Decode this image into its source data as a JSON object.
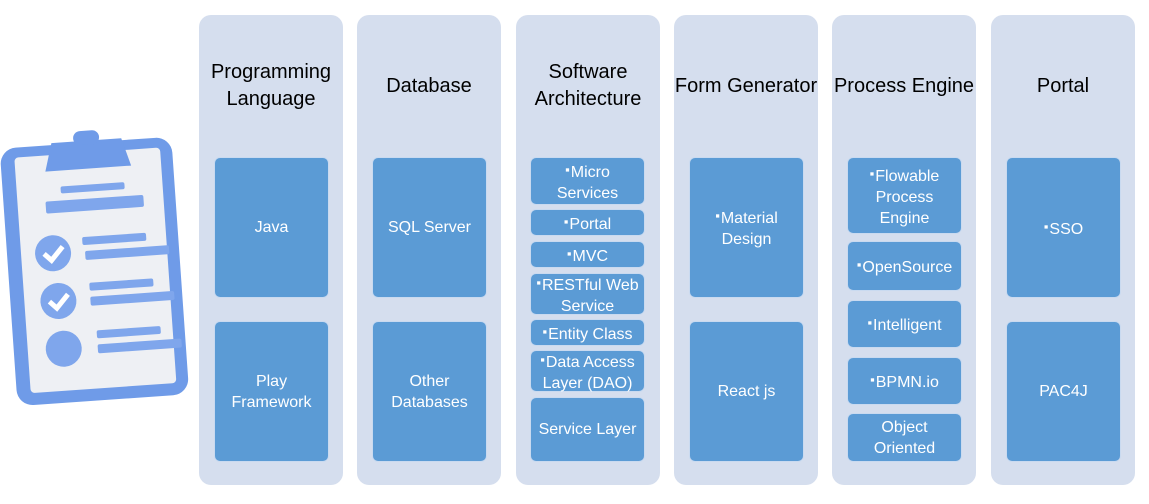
{
  "colors": {
    "column_bg": "#d5deee",
    "box_fill": "#5b9bd5",
    "clipboard": "#6f9be8"
  },
  "illustration": {
    "icon": "clipboard-checklist-icon"
  },
  "columns": [
    {
      "title": "Programming Language",
      "items": [
        {
          "label": "Java",
          "bullet": false
        },
        {
          "label": "Play Framework",
          "bullet": false
        }
      ]
    },
    {
      "title": "Database",
      "items": [
        {
          "label": "SQL Server",
          "bullet": false
        },
        {
          "label": "Other Databases",
          "bullet": false
        }
      ]
    },
    {
      "title": "Software Architecture",
      "items": [
        {
          "label": "Micro Services",
          "bullet": true
        },
        {
          "label": "Portal",
          "bullet": true
        },
        {
          "label": "MVC",
          "bullet": true
        },
        {
          "label": "RESTful Web Service",
          "bullet": true
        },
        {
          "label": "Entity Class",
          "bullet": true
        },
        {
          "label": "Data Access Layer (DAO)",
          "bullet": true
        },
        {
          "label": "Service Layer",
          "bullet": false
        }
      ]
    },
    {
      "title": "Form Generator",
      "items": [
        {
          "label": "Material Design",
          "bullet": true
        },
        {
          "label": "React js",
          "bullet": false
        }
      ]
    },
    {
      "title": "Process Engine",
      "items": [
        {
          "label": "Flowable Process Engine",
          "bullet": true
        },
        {
          "label": "OpenSource",
          "bullet": true
        },
        {
          "label": "Intelligent",
          "bullet": true
        },
        {
          "label": "BPMN.io",
          "bullet": true
        },
        {
          "label": "Object Oriented",
          "bullet": false
        }
      ]
    },
    {
      "title": "Portal",
      "items": [
        {
          "label": "SSO",
          "bullet": true
        },
        {
          "label": "PAC4J",
          "bullet": false
        }
      ]
    }
  ]
}
